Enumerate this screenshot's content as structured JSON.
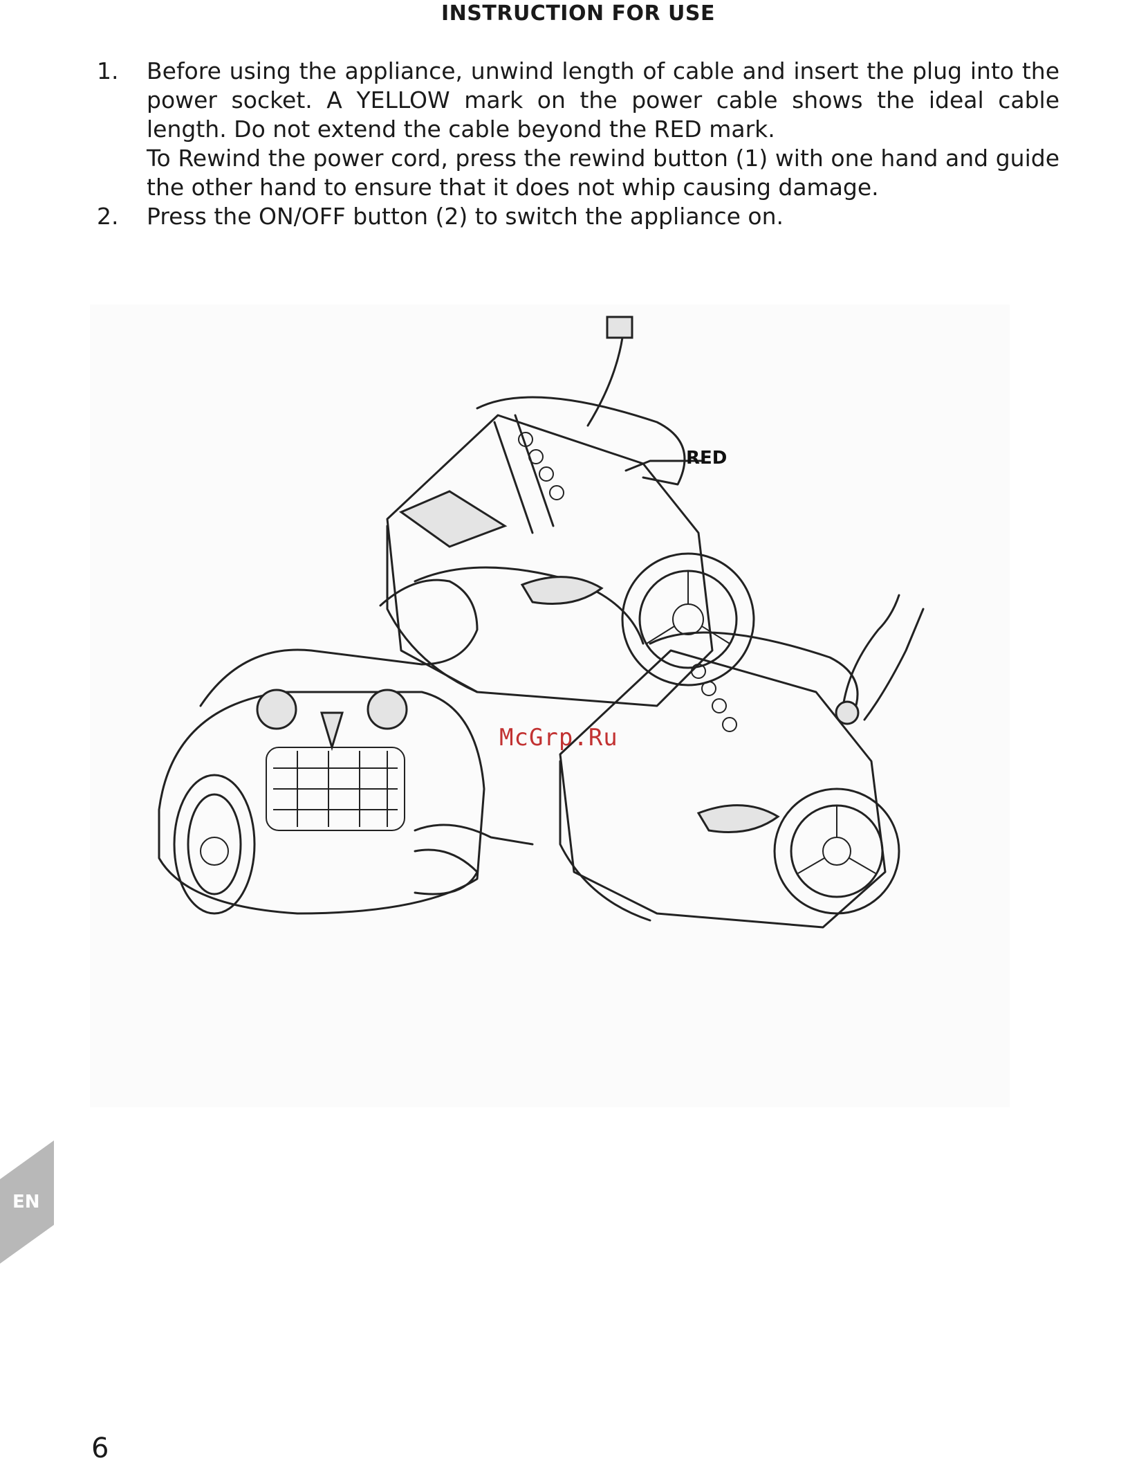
{
  "page": {
    "title": "INSTRUCTION FOR USE",
    "steps": [
      {
        "number": "1.",
        "paragraphs": [
          "Before using the appliance, unwind length of cable and insert the plug into the power socket. A YELLOW mark on the power cable shows the ideal cable length. Do not extend the cable beyond the RED mark.",
          "To Rewind the power cord, press the rewind button (1) with one hand and guide the other hand to ensure that it does not whip causing damage."
        ]
      },
      {
        "number": "2.",
        "paragraphs": [
          "Press the ON/OFF button (2) to switch the appliance on."
        ]
      }
    ],
    "figure": {
      "callout_label": "RED"
    },
    "watermark": "McGrp.Ru",
    "language_tab": "EN",
    "page_number": "6"
  }
}
